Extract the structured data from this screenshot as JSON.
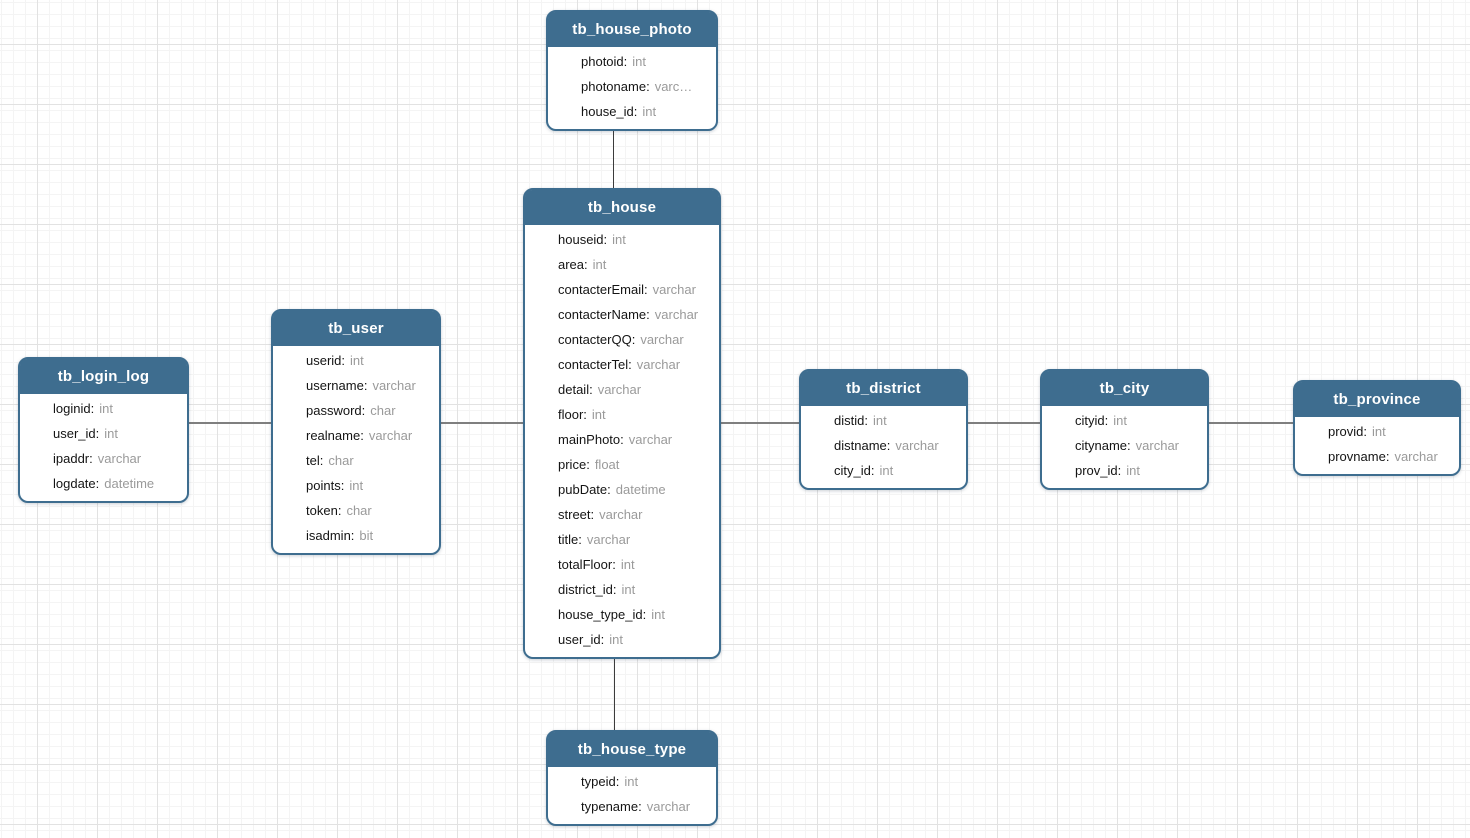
{
  "colors": {
    "table_header_bg": "#3e6d8f",
    "table_border": "#3e6d8f",
    "header_text": "#ffffff",
    "field_name_text": "#141414",
    "field_type_text": "#9a9a9a",
    "connector_horizontal": "#7f7f7f",
    "connector_vertical": "#3c3c3c"
  },
  "tables": [
    {
      "name": "tb_house_photo",
      "fields": [
        {
          "name": "photoid",
          "type": "int"
        },
        {
          "name": "photoname",
          "type": "varc…"
        },
        {
          "name": "house_id",
          "type": "int"
        }
      ]
    },
    {
      "name": "tb_house",
      "fields": [
        {
          "name": "houseid",
          "type": "int"
        },
        {
          "name": "area",
          "type": "int"
        },
        {
          "name": "contacterEmail",
          "type": "varchar"
        },
        {
          "name": "contacterName",
          "type": "varchar"
        },
        {
          "name": "contacterQQ",
          "type": "varchar"
        },
        {
          "name": "contacterTel",
          "type": "varchar"
        },
        {
          "name": "detail",
          "type": "varchar"
        },
        {
          "name": "floor",
          "type": "int"
        },
        {
          "name": "mainPhoto",
          "type": "varchar"
        },
        {
          "name": "price",
          "type": "float"
        },
        {
          "name": "pubDate",
          "type": "datetime"
        },
        {
          "name": "street",
          "type": "varchar"
        },
        {
          "name": "title",
          "type": "varchar"
        },
        {
          "name": "totalFloor",
          "type": "int"
        },
        {
          "name": "district_id",
          "type": "int"
        },
        {
          "name": "house_type_id",
          "type": "int"
        },
        {
          "name": "user_id",
          "type": "int"
        }
      ]
    },
    {
      "name": "tb_user",
      "fields": [
        {
          "name": "userid",
          "type": "int"
        },
        {
          "name": "username",
          "type": "varchar"
        },
        {
          "name": "password",
          "type": "char"
        },
        {
          "name": "realname",
          "type": "varchar"
        },
        {
          "name": "tel",
          "type": "char"
        },
        {
          "name": "points",
          "type": "int"
        },
        {
          "name": "token",
          "type": "char"
        },
        {
          "name": "isadmin",
          "type": "bit"
        }
      ]
    },
    {
      "name": "tb_login_log",
      "fields": [
        {
          "name": "loginid",
          "type": "int"
        },
        {
          "name": "user_id",
          "type": "int"
        },
        {
          "name": "ipaddr",
          "type": "varchar"
        },
        {
          "name": "logdate",
          "type": "datetime"
        }
      ]
    },
    {
      "name": "tb_district",
      "fields": [
        {
          "name": "distid",
          "type": "int"
        },
        {
          "name": "distname",
          "type": "varchar"
        },
        {
          "name": "city_id",
          "type": "int"
        }
      ]
    },
    {
      "name": "tb_city",
      "fields": [
        {
          "name": "cityid",
          "type": "int"
        },
        {
          "name": "cityname",
          "type": "varchar"
        },
        {
          "name": "prov_id",
          "type": "int"
        }
      ]
    },
    {
      "name": "tb_province",
      "fields": [
        {
          "name": "provid",
          "type": "int"
        },
        {
          "name": "provname",
          "type": "varchar"
        }
      ]
    },
    {
      "name": "tb_house_type",
      "fields": [
        {
          "name": "typeid",
          "type": "int"
        },
        {
          "name": "typename",
          "type": "varchar"
        }
      ]
    }
  ]
}
